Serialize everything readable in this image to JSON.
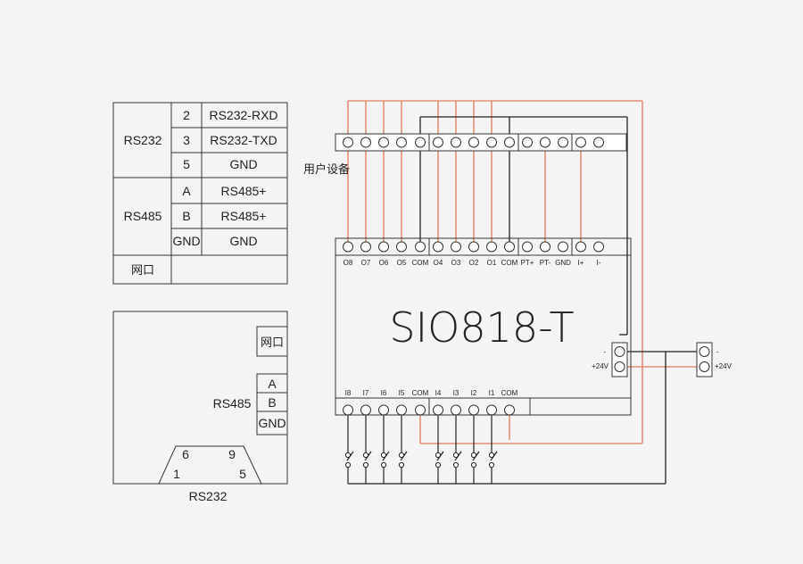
{
  "device": {
    "model": "SIO818-T",
    "top_terminals": [
      "O8",
      "O7",
      "O6",
      "O5",
      "COM",
      "O4",
      "O3",
      "O2",
      "O1",
      "COM",
      "PT+",
      "PT-",
      "GND",
      "I+",
      "I-"
    ],
    "bottom_terminals": [
      "I8",
      "I7",
      "I6",
      "I5",
      "COM",
      "I4",
      "I3",
      "I2",
      "I1",
      "COM"
    ],
    "power_labels": [
      "-",
      "+24V"
    ]
  },
  "external_power": {
    "labels": [
      "-",
      "+24V"
    ]
  },
  "user_device_label": "用户设备",
  "interface_table": {
    "groups": [
      {
        "name": "RS232",
        "rows": [
          {
            "pin": "2",
            "signal": "RS232-RXD"
          },
          {
            "pin": "3",
            "signal": "RS232-TXD"
          },
          {
            "pin": "5",
            "signal": "GND"
          }
        ]
      },
      {
        "name": "RS485",
        "rows": [
          {
            "pin": "A",
            "signal": "RS485+"
          },
          {
            "pin": "B",
            "signal": "RS485+"
          },
          {
            "pin": "GND",
            "signal": "GND"
          }
        ]
      },
      {
        "name": "网口",
        "rows": []
      }
    ]
  },
  "panel": {
    "ethernet_label": "网口",
    "rs485_label": "RS485",
    "rs485_pins": [
      "A",
      "B",
      "GND"
    ],
    "db9_numbers": [
      "6",
      "9",
      "1",
      "5"
    ],
    "rs232_label": "RS232"
  },
  "colors": {
    "wire_accent": "#e07b5a",
    "line": "#222222",
    "background": "#f4f4f4"
  }
}
